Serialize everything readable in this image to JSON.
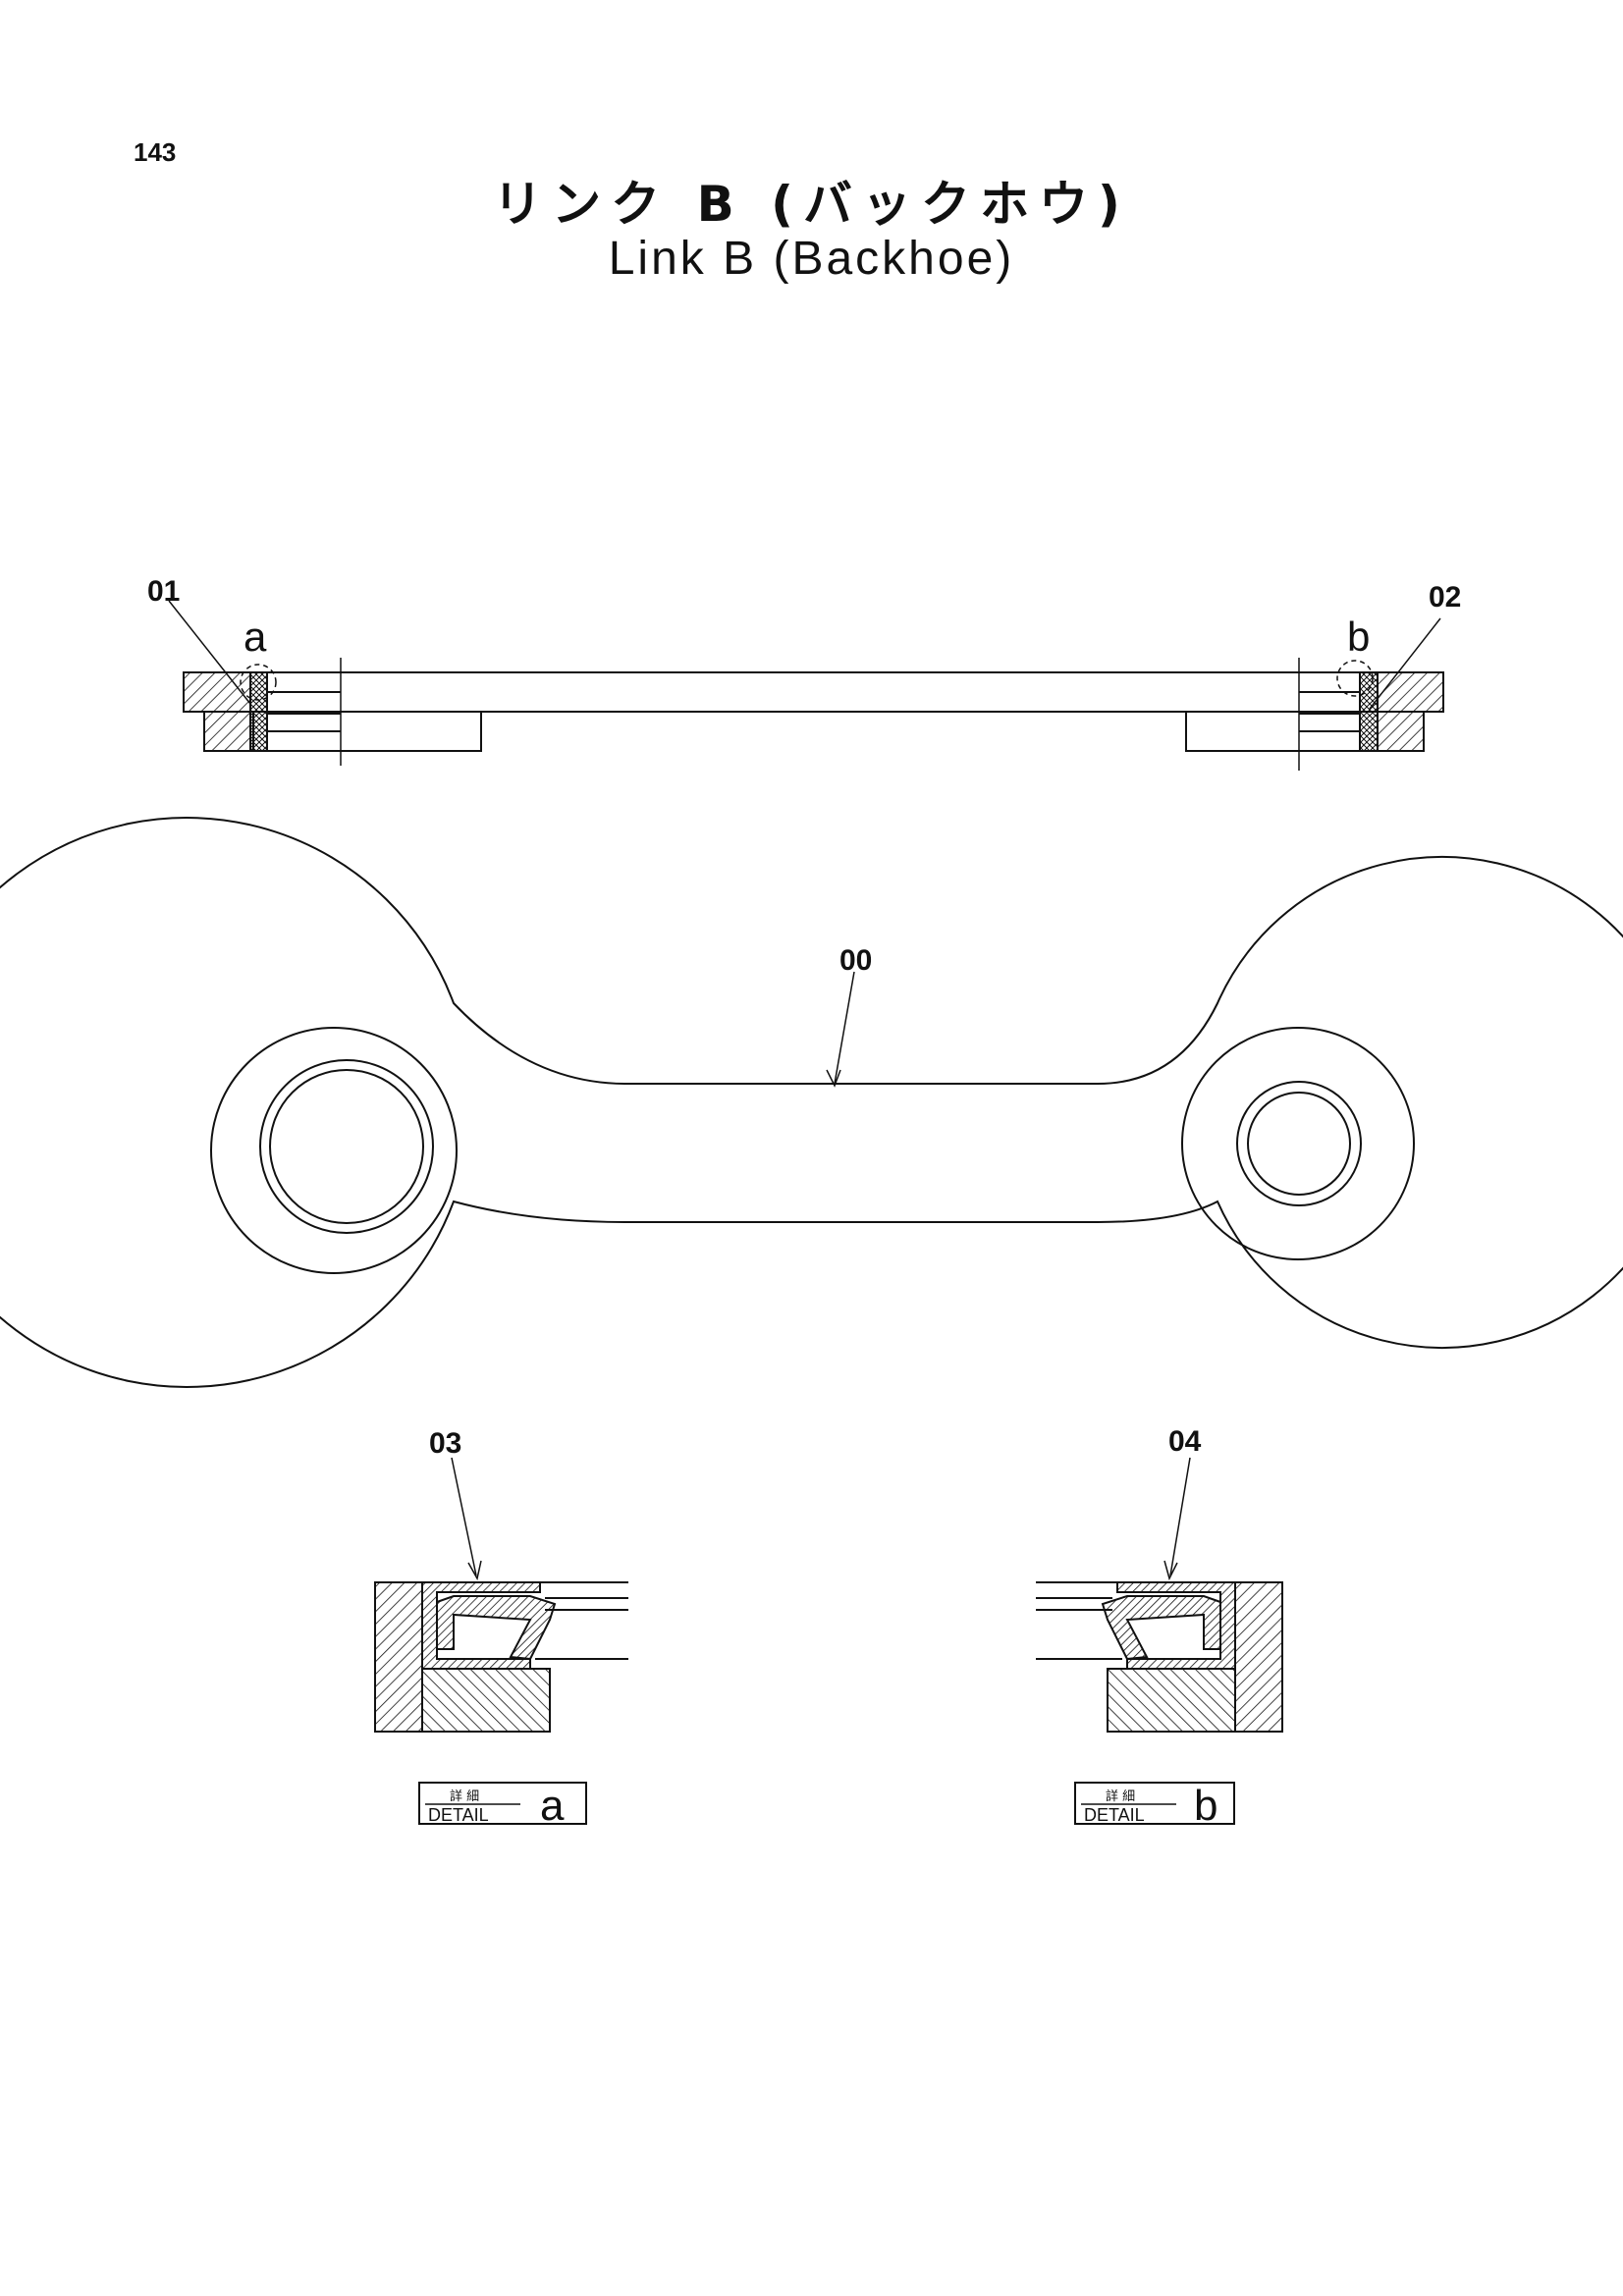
{
  "page": {
    "number": "143"
  },
  "title": {
    "japanese": "リンク B (バックホウ)",
    "english": "Link B (Backhoe)"
  },
  "callouts": {
    "part_01": "01",
    "part_02": "02",
    "part_00": "00",
    "part_03": "03",
    "part_04": "04",
    "detail_marker_a": "a",
    "detail_marker_b": "b"
  },
  "details": {
    "a": {
      "japanese": "詳 細",
      "word": "DETAIL",
      "letter": "a"
    },
    "b": {
      "japanese": "詳 細",
      "word": "DETAIL",
      "letter": "b"
    }
  },
  "colors": {
    "line": "#111111",
    "background": "#ffffff"
  }
}
